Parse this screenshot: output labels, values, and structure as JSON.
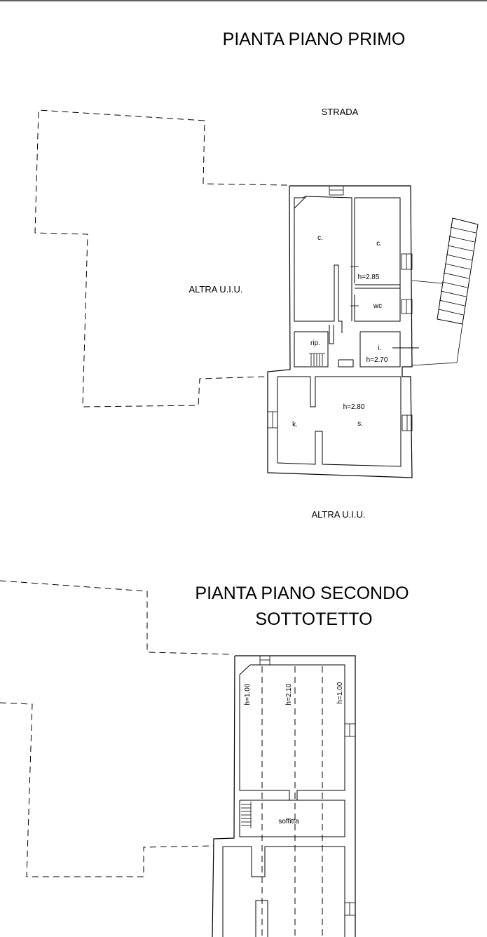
{
  "first_floor": {
    "title": "PIANTA PIANO PRIMO",
    "street_label": "STRADA",
    "other_unit_left": "ALTRA U.I.U.",
    "other_unit_bottom": "ALTRA U.I.U.",
    "rooms": {
      "camera_1": "c.",
      "camera_2": "c.",
      "height_upper": "h=2.85",
      "wc": "wc",
      "ripostiglio": "rip.",
      "ingresso": "i.",
      "height_ingresso": "h=2.70",
      "height_lower": "h=2.80",
      "kitchen": "k.",
      "soggiorno": "s."
    }
  },
  "second_floor": {
    "title_line1": "PIANTA PIANO SECONDO",
    "title_line2": "SOTTOTETTO",
    "heights": [
      "h=1.00",
      "h=2.10",
      "h=1.00"
    ],
    "soffitta": "soffitta"
  }
}
